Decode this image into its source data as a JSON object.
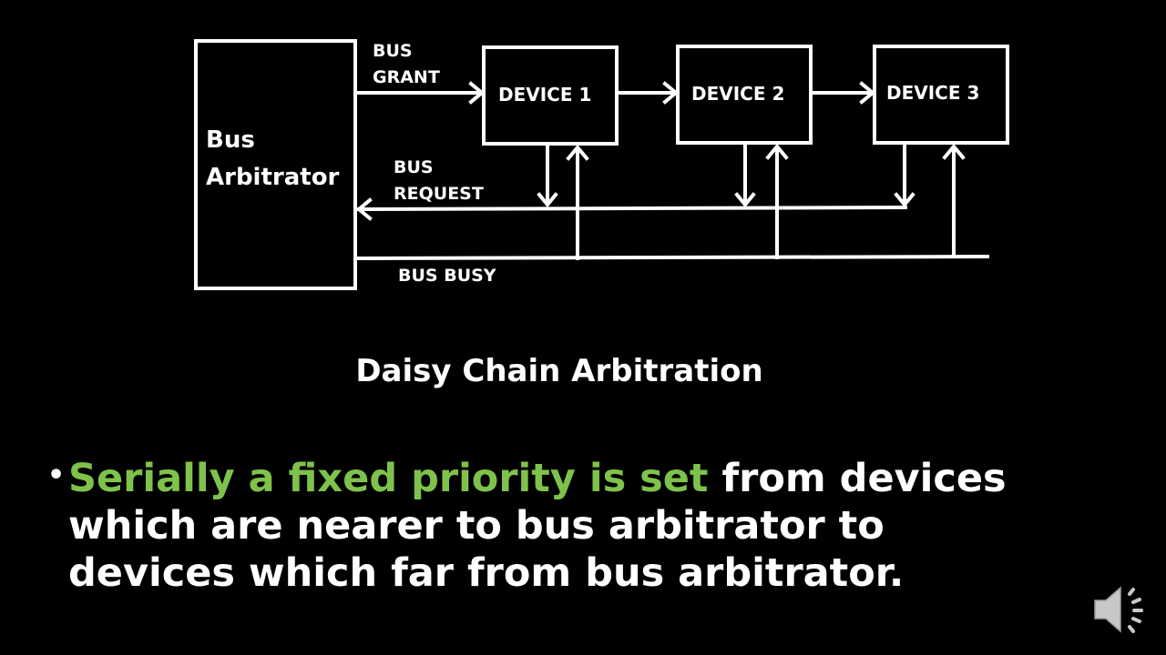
{
  "diagram": {
    "arbiter_label_line1": "Bus",
    "arbiter_label_line2": "Arbitrator",
    "devices": [
      "DEVICE 1",
      "DEVICE 2",
      "DEVICE 3"
    ],
    "bus_grant_line1": "BUS",
    "bus_grant_line2": "GRANT",
    "bus_request_line1": "BUS",
    "bus_request_line2": "REQUEST",
    "bus_busy": "BUS BUSY"
  },
  "caption": "Daisy Chain Arbitration",
  "bullet": {
    "highlight": "Serially a fixed priority is set",
    "line1_rest": " from devices",
    "line2": "which are nearer to bus arbitrator to",
    "line3": "devices which far from bus arbitrator."
  },
  "colors": {
    "background": "#000000",
    "foreground": "#ffffff",
    "highlight": "#7fc24b",
    "speaker_icon": "#c8c8c8"
  },
  "icons": {
    "speaker": "speaker-icon"
  }
}
